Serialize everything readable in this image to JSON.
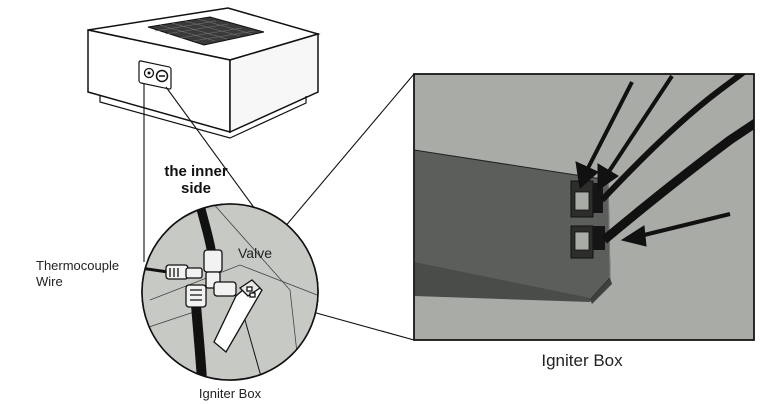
{
  "labels": {
    "inner_side_line1": "the inner",
    "inner_side_line2": "side",
    "valve": "Valve",
    "thermocouple_line1": "Thermocouple",
    "thermocouple_line2": "Wire",
    "igniter_box_small": "Igniter Box",
    "igniter_box_caption": "Igniter Box"
  },
  "colors": {
    "zoom_background": "#a9aca6",
    "igniter_body": "#5e605d",
    "igniter_top": "#6b6d69",
    "circle_background": "#b9bcb7",
    "line": "#111111"
  }
}
